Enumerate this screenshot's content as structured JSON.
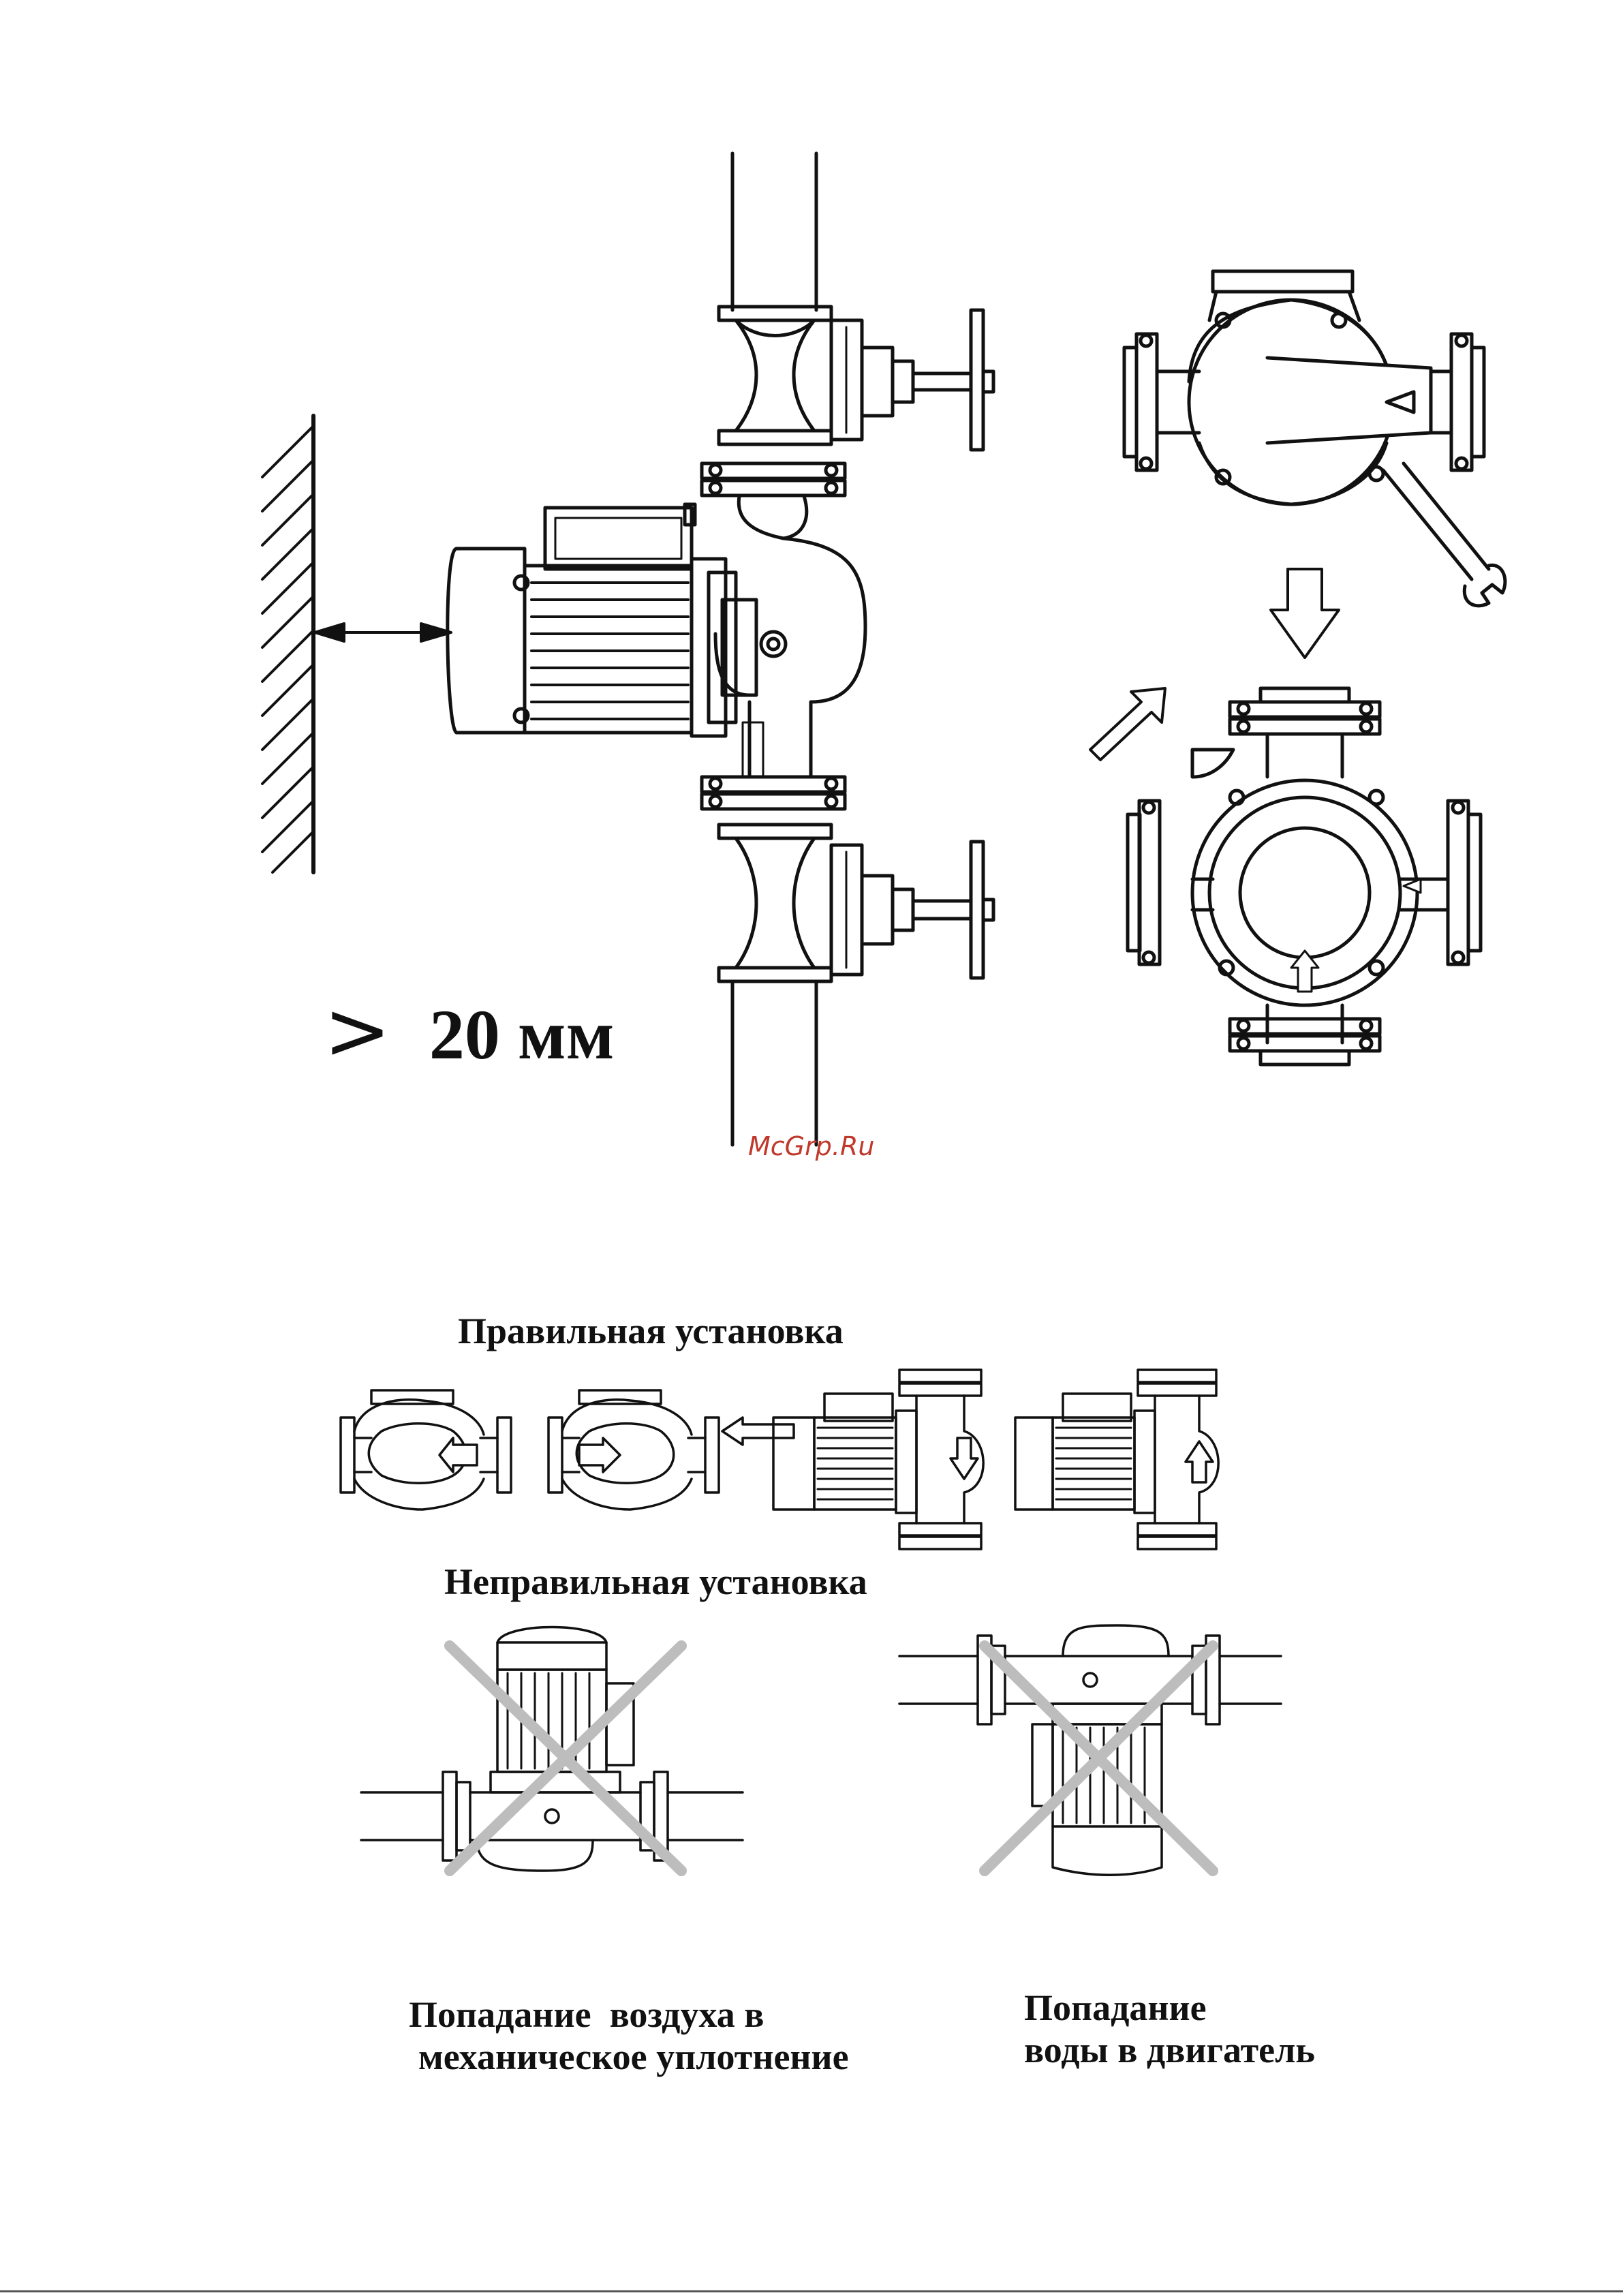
{
  "clearance": {
    "symbol": ">",
    "value": "20 мм"
  },
  "watermark": {
    "text": "McGrp.Ru",
    "color": "#c0392b"
  },
  "correct_installation": {
    "title": "Правильная установка"
  },
  "incorrect_installation": {
    "title": "Неправильная установка",
    "left_caption": {
      "line1": "Попадание  воздуха в",
      "line2": "механическое уплотнение"
    },
    "right_caption": {
      "line1": "Попадание",
      "line2": "воды в двигатель"
    },
    "cross_color": "#bdbdbd"
  },
  "colors": {
    "line": "#111111",
    "background": "#ffffff"
  }
}
